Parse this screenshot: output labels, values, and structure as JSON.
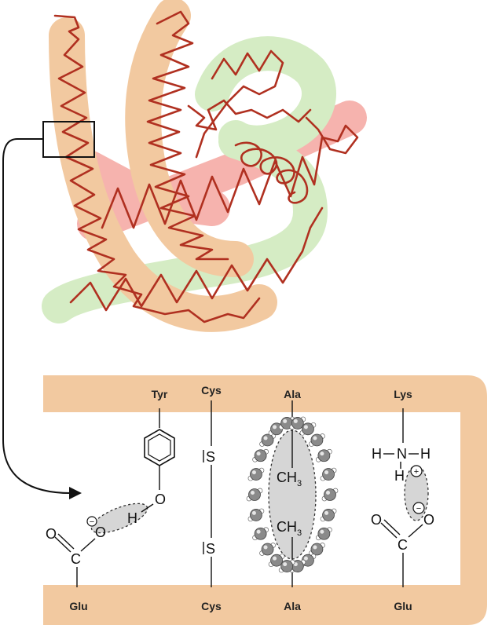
{
  "colors": {
    "helix_orange": "#f2c9a0",
    "helix_green": "#d5ecc4",
    "helix_red": "#f6b3ae",
    "backbone": "#b03020",
    "frame": "#f2c9a0",
    "ellipse_fill": "#d6d6d6"
  },
  "top_labels": [
    "Tyr",
    "Cys",
    "Ala",
    "Lys"
  ],
  "bottom_labels": [
    "Glu",
    "Cys",
    "Ala",
    "Glu"
  ],
  "chem": {
    "glu_left_O_double": "O",
    "glu_left_C": "C",
    "glu_left_O": "O",
    "glu_left_minus": "−",
    "tyr_H": "H",
    "tyr_O": "O",
    "cys_S_top": "S",
    "cys_S_bottom": "S",
    "ala_CH3_top": "CH",
    "ala_CH3_bottom": "CH",
    "ala_sub": "3",
    "lys_N": "N",
    "lys_H_left": "H",
    "lys_H_right": "H",
    "lys_H_bottom": "H",
    "lys_plus": "+",
    "glu_right_minus": "−",
    "glu_right_O_double": "O",
    "glu_right_C": "C",
    "glu_right_O": "O"
  }
}
